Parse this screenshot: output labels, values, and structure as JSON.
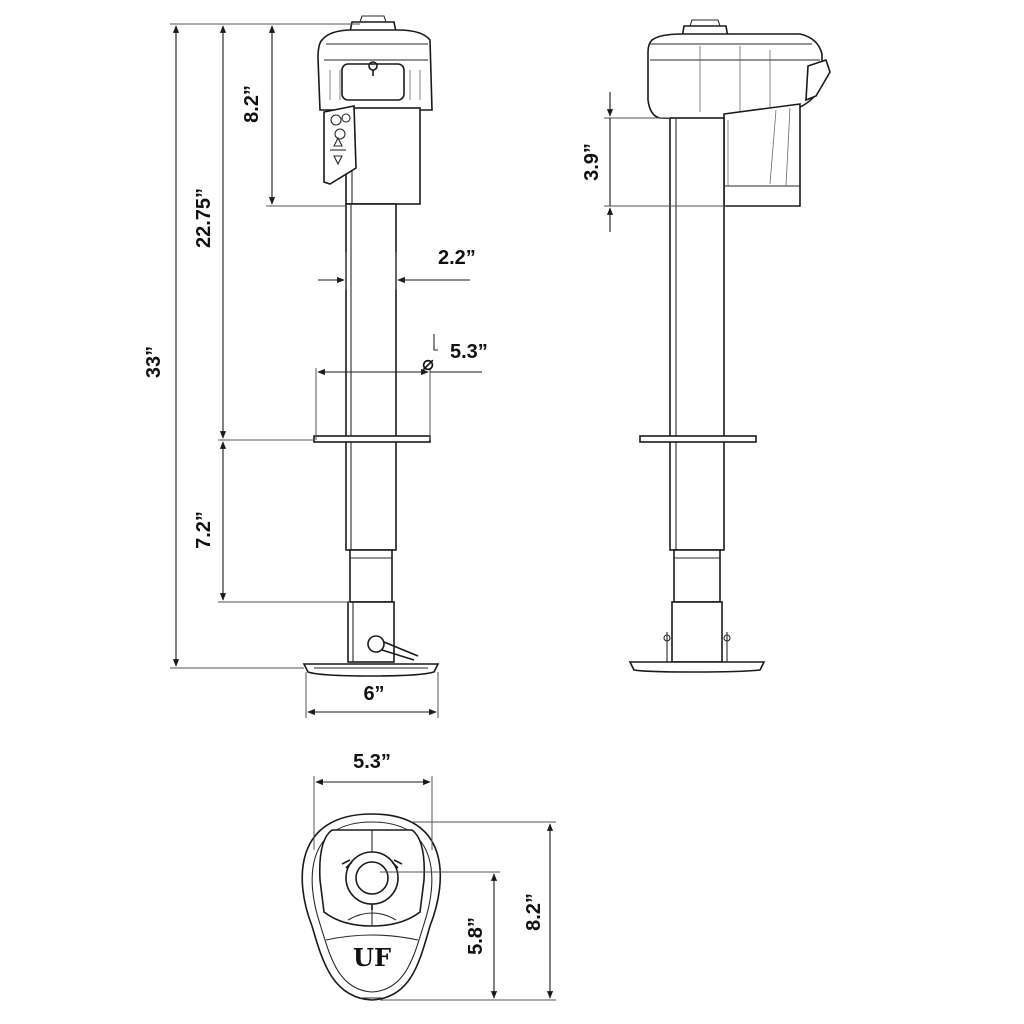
{
  "dimensions": {
    "overall_height": "33”",
    "head_height": "8.2”",
    "extended_length": "22.75”",
    "tube_diameter": "2.2”",
    "flange_diameter": "5.3”",
    "lower_section": "7.2”",
    "footplate_width": "6”",
    "head_offset": "3.9”",
    "top_width": "5.3”",
    "top_center": "5.8”",
    "top_depth": "8.2”"
  },
  "symbols": {
    "diameter": "⌀"
  },
  "logo": {
    "text": "UF"
  },
  "colors": {
    "line": "#1a1a1a",
    "background": "#ffffff"
  }
}
